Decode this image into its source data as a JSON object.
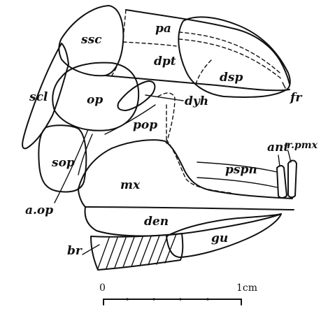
{
  "labels": {
    "ssc": "ssc",
    "pa": "pa",
    "dpt": "dpt",
    "dsp": "dsp",
    "fr": "fr",
    "scl": "scl",
    "op": "op",
    "dyh": "dyh",
    "pop": "pop",
    "sop": "sop",
    "mx": "mx",
    "pspn": "pspn",
    "ant": "ant",
    "rpmx": "r.pmx",
    "aop": "a.op",
    "den": "den",
    "gu": "gu",
    "br": "br"
  },
  "scale": {
    "start": "0",
    "end": "1cm"
  }
}
